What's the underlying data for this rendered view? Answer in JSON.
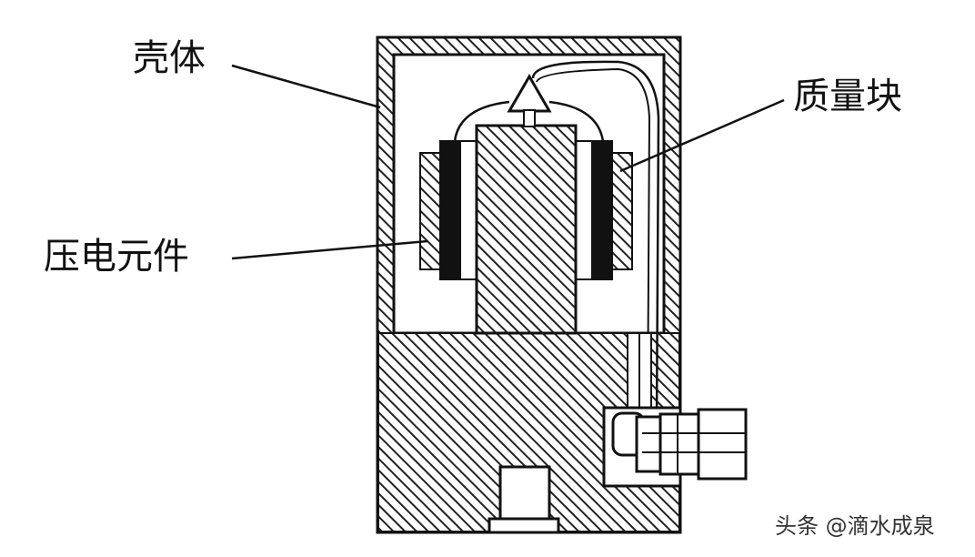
{
  "diagram": {
    "labels": {
      "housing": "壳体",
      "mass_block": "质量块",
      "piezo_element": "压电元件"
    },
    "watermark": "头条 @滴水成泉"
  },
  "colors": {
    "stroke": "#111111",
    "hatch": "#222222",
    "background": "#ffffff"
  }
}
